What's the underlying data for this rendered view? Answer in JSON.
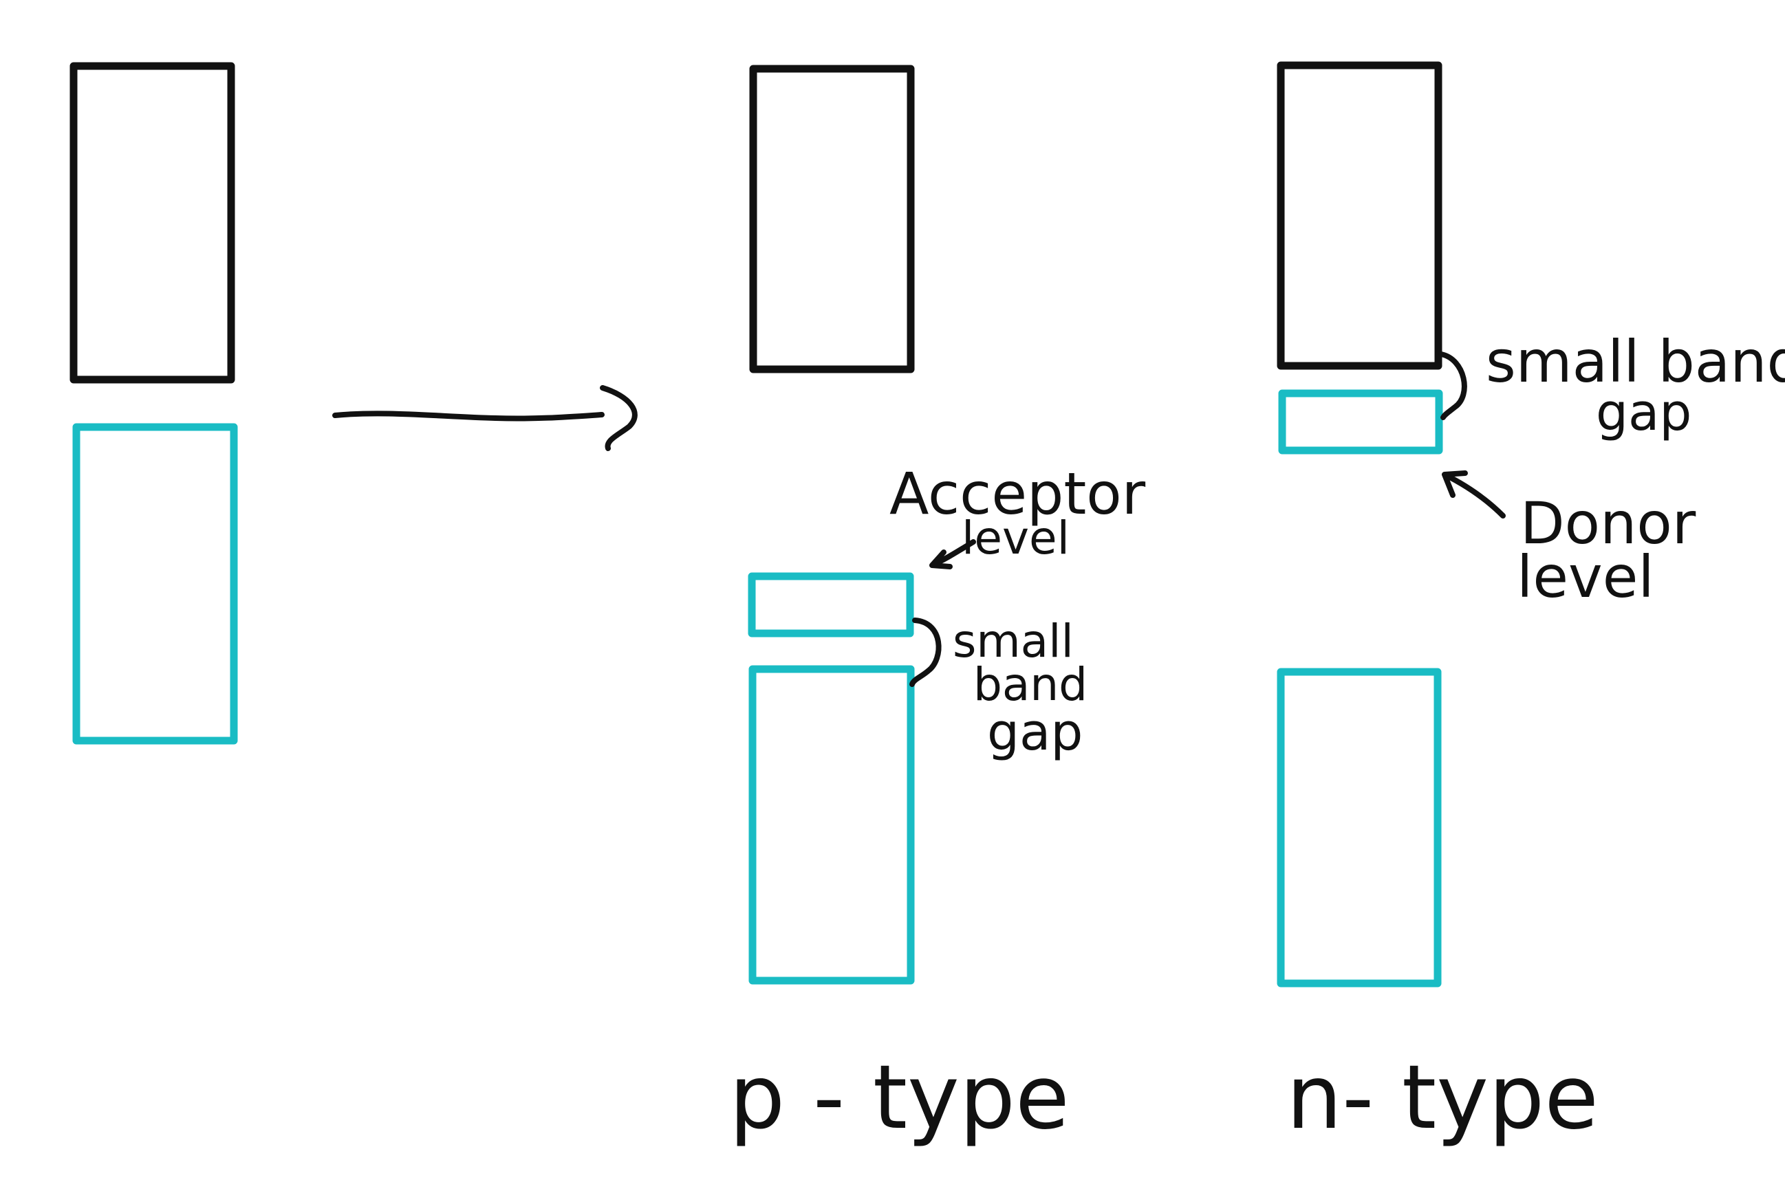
{
  "colors": {
    "ink": "#111111",
    "band_teal": "#1abcc4",
    "background": "#ffffff"
  },
  "labels": {
    "acceptor_level": [
      "Acceptor",
      "level"
    ],
    "donor_level": [
      "Donor",
      "level"
    ],
    "small_band_gap_p": [
      "small",
      "band",
      "gap"
    ],
    "small_band_gap_n": [
      "small band",
      "gap"
    ],
    "p_type": "p - type",
    "n_type": "n- type"
  }
}
